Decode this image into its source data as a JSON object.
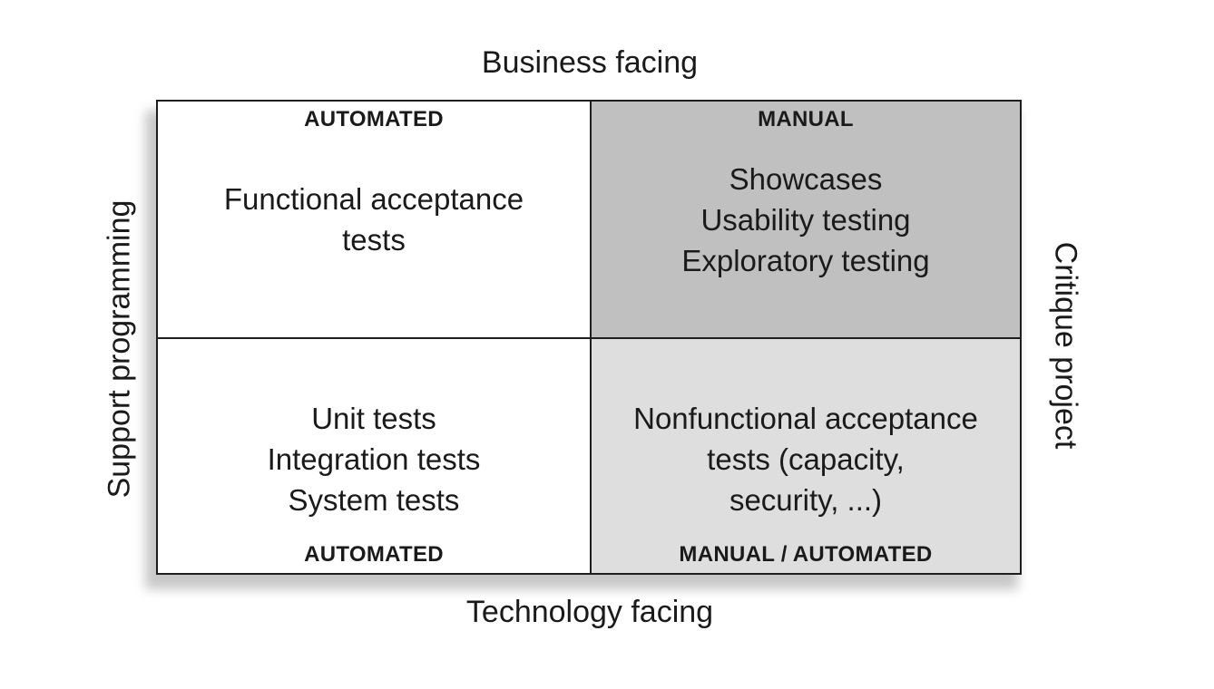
{
  "axes": {
    "top": "Business facing",
    "bottom": "Technology facing",
    "left": "Support programming",
    "right": "Critique project"
  },
  "quadrants": {
    "top_left": {
      "tag": "AUTOMATED",
      "lines": [
        "Functional acceptance",
        "tests"
      ]
    },
    "top_right": {
      "tag": "MANUAL",
      "lines": [
        "Showcases",
        "Usability testing",
        "Exploratory testing"
      ]
    },
    "bottom_left": {
      "tag": "AUTOMATED",
      "lines": [
        "Unit tests",
        "Integration tests",
        "System tests"
      ]
    },
    "bottom_right": {
      "tag": "MANUAL / AUTOMATED",
      "lines": [
        "Nonfunctional acceptance",
        "tests (capacity,",
        "security, ...)"
      ]
    }
  },
  "colors": {
    "top_right_fill": "#c0c0c0",
    "bottom_right_fill": "#dedede",
    "white_fill": "#ffffff",
    "border": "#1e1e1e"
  }
}
